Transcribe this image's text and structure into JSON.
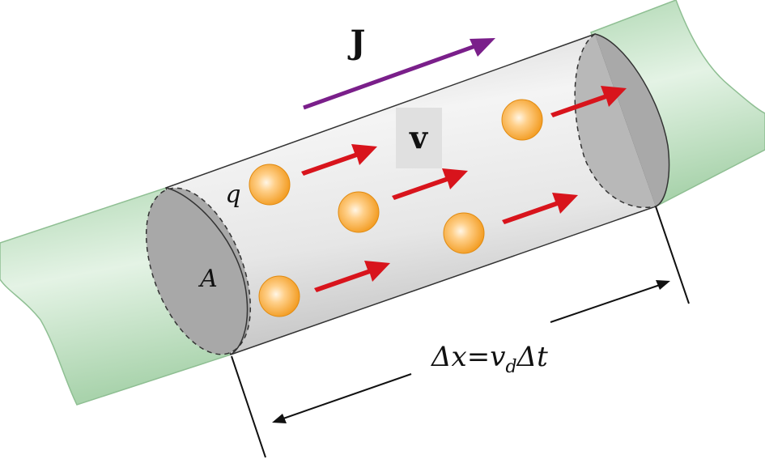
{
  "labels": {
    "current_density": "J",
    "velocity": "v",
    "charge": "q",
    "area": "A",
    "length_lhs": "Δx",
    "equals": "=",
    "length_v": "v",
    "length_sub": "d",
    "length_dt": "Δt"
  },
  "colors": {
    "wire": "#c7e6c9",
    "wire_edge": "#8fbf93",
    "cylinder": "#e8e8e8",
    "end_face": "#a8a8a8",
    "current_arrow": "#7a1f8a",
    "velocity_arrow": "#d8141c",
    "charge": "#f5a623",
    "label_box": "#e0e0e0"
  },
  "counts": {
    "charges": 5,
    "velocity_arrows": 5
  }
}
